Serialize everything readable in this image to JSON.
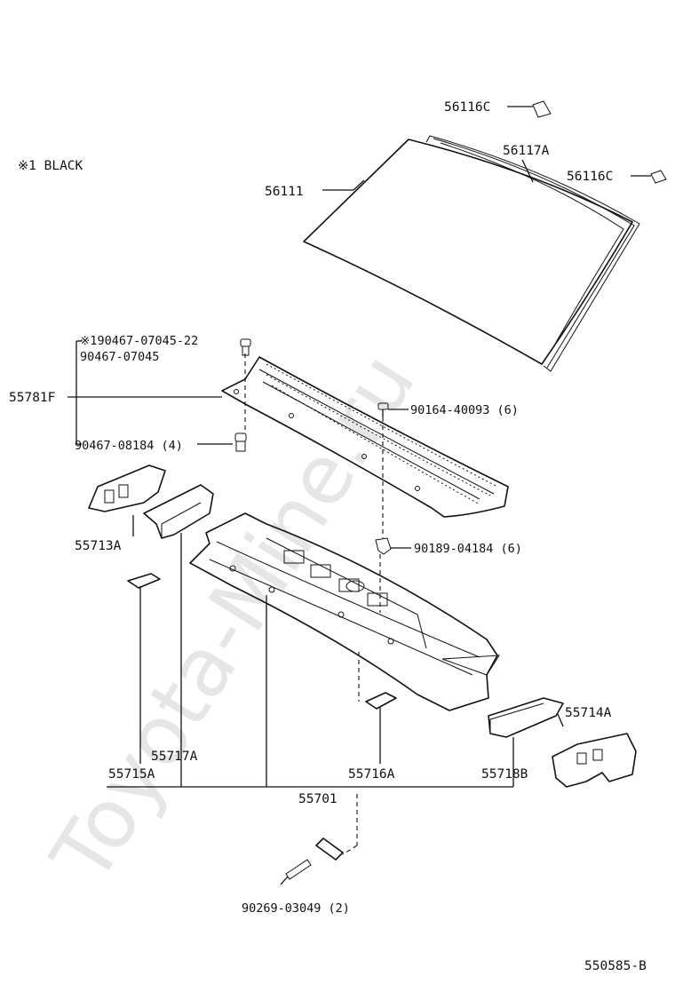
{
  "diagram": {
    "note": "※1 BLACK",
    "watermark": "Toyota-Mine.ru",
    "figure_code": "550585-B",
    "labels": {
      "p56116c_top": "56116C",
      "p56117a": "56117A",
      "p56116c_right": "56116C",
      "p56111": "56111",
      "p90467_07045_22": "※190467-07045-22",
      "p90467_07045": "90467-07045",
      "p55781f": "55781F",
      "p90164_40093": "90164-40093 (6)",
      "p90467_08184": "90467-08184 (4)",
      "p55713a": "55713A",
      "p90189_04184": "90189-04184 (6)",
      "p55714a": "55714A",
      "p55717a": "55717A",
      "p55715a": "55715A",
      "p55716a": "55716A",
      "p55718b": "55718B",
      "p55701": "55701",
      "p90269_03049": "90269-03049 (2)"
    },
    "colors": {
      "line": "#111111",
      "background": "#ffffff",
      "watermark": "#e6e6e6"
    }
  }
}
